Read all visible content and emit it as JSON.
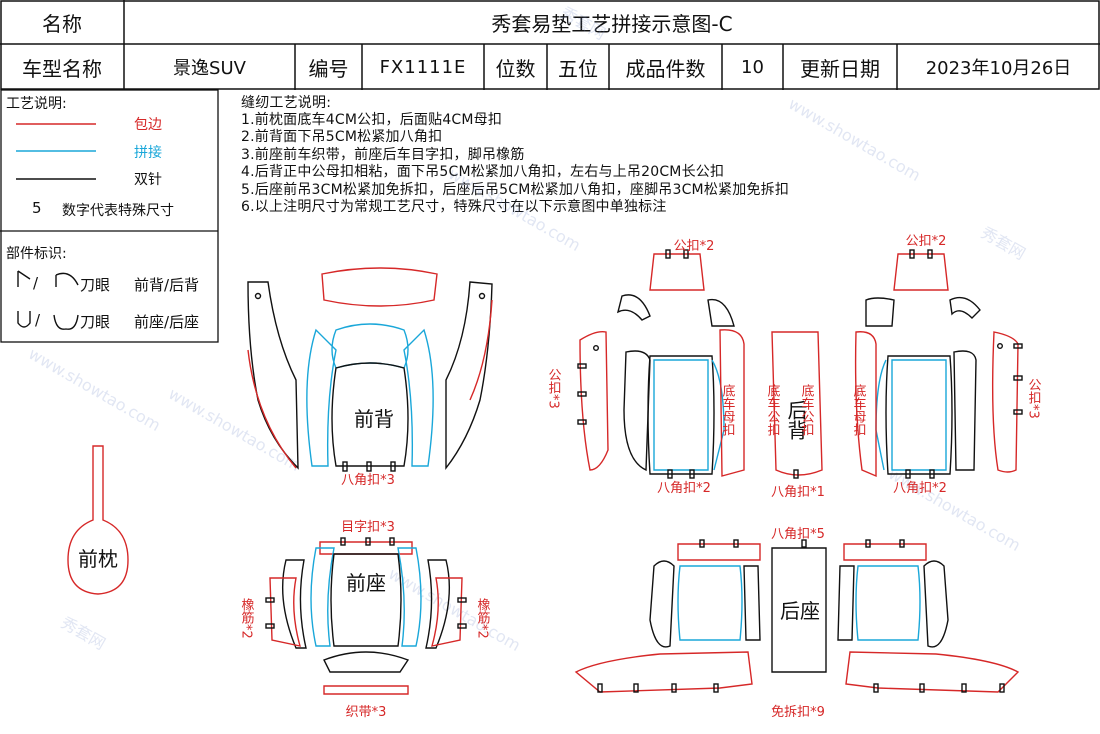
{
  "header": {
    "name_label": "名称",
    "title": "秀套易垫工艺拼接示意图-C",
    "model_label": "车型名称",
    "model_value": "景逸SUV",
    "code_label": "编号",
    "code_value": "FX1111E",
    "seat_label": "位数",
    "seat_value": "五位",
    "count_label": "成品件数",
    "count_value": "10",
    "date_label": "更新日期",
    "date_value": "2023年10月26日"
  },
  "legend": {
    "title": "工艺说明:",
    "items": [
      {
        "label": "包边",
        "color": "#d62828"
      },
      {
        "label": "拼接",
        "color": "#1aa7d9"
      },
      {
        "label": "双针",
        "color": "#111111"
      }
    ],
    "size_number": "5",
    "size_text": "数字代表特殊尺寸"
  },
  "parts_id": {
    "title": "部件标识:",
    "row1_cut": "刀眼",
    "row1_text": "前背/后背",
    "row2_cut": "刀眼",
    "row2_text": "前座/后座"
  },
  "notes": {
    "title": "缝纫工艺说明:",
    "lines": [
      "1.前枕面底车4CM公扣，后面贴4CM母扣",
      "2.前背面下吊5CM松紧加八角扣",
      "3.前座前车织带，前座后车目字扣，脚吊橡筋",
      "4.后背正中公母扣相粘，面下吊5CM松紧加八角扣，左右与上吊20CM长公扣",
      "5.后座前吊3CM松紧加免拆扣，后座后吊5CM松紧加八角扣，座脚吊3CM松紧加免拆扣",
      "6.以上注明尺寸为常规工艺尺寸，特殊尺寸在以下示意图中单独标注"
    ]
  },
  "diagram": {
    "front_back": "前背",
    "front_back_tag": "八角扣*3",
    "front_pillow": "前枕",
    "front_seat": "前座",
    "front_seat_top": "目字扣*3",
    "front_seat_bottom": "织带*3",
    "rubber_left": "橡筋*2",
    "rubber_right": "橡筋*2",
    "rear_back": "后背",
    "rb_left_top": "公扣*2",
    "rb_right_top": "公扣*2",
    "rb_left_side": "公扣*3",
    "rb_right_side": "公扣*3",
    "rb_left_inner": "底车母扣",
    "rb_mid_left": "底车公扣",
    "rb_mid_right": "底车公扣",
    "rb_right_inner": "底车母扣",
    "rb_bottom_left": "八角扣*2",
    "rb_bottom_mid": "八角扣*1",
    "rb_bottom_right": "八角扣*2",
    "rear_seat": "后座",
    "rs_top": "八角扣*5",
    "rs_bottom": "免拆扣*9"
  },
  "watermark": {
    "texts": [
      "秀套网",
      "www.showtao.com"
    ]
  }
}
